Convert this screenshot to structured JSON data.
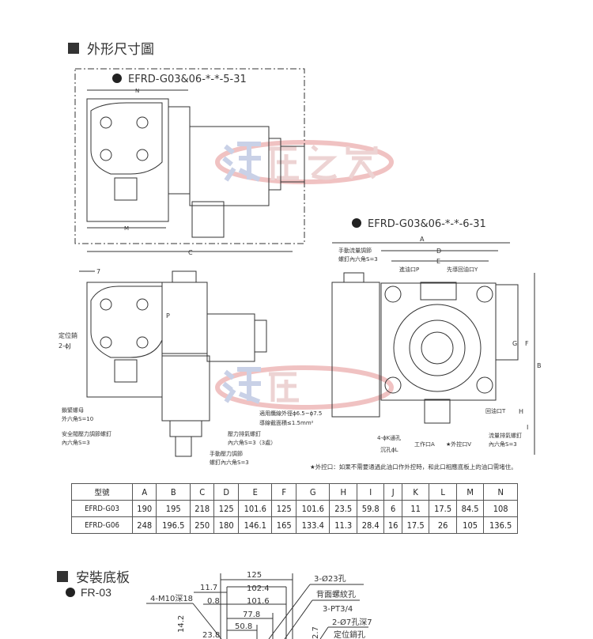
{
  "section1": {
    "title": "外形尺寸圖"
  },
  "drawing1": {
    "model": "EFRD-G03&06-*-*-5-31",
    "dim_top": "N",
    "dim_bottom": "M"
  },
  "drawing2": {
    "dim_c": "C",
    "dim_7": "7",
    "labels": {
      "locating_pin": "定位銷",
      "locating_pin_j": "2-ϕJ",
      "lock_nut": "鎖緊螺母",
      "lock_nut_s": "外六角S=10",
      "relief_screw": "安全閥壓力調節螺釘",
      "relief_screw_s": "內六角S=3",
      "cable": "適用纜線外徑ϕ6.5~ϕ7.5",
      "cable2": "導線截面積≤1.5mm²",
      "bleed": "壓力排氣螺釘",
      "bleed_s": "內六角S=3（3處）",
      "manual": "手動壓力調節",
      "manual_s": "螺釘內六角S=3",
      "p_mark": "P"
    }
  },
  "drawing3": {
    "model": "EFRD-G03&06-*-*-6-31",
    "dims": [
      "A",
      "D",
      "E",
      "B",
      "F",
      "G",
      "H",
      "I"
    ],
    "labels": {
      "manual_flow": "手動流量調節",
      "manual_flow_s": "螺釘內六角S=3",
      "port_p": "進油口P",
      "port_y": "先導回油口Y",
      "port_t": "回油口T",
      "thru": "4-ϕK通孔",
      "counter": "沉孔ϕL",
      "port_a": "工作口A",
      "port_v": "★外控口V",
      "flow_bleed": "流量排氣螺釘",
      "flow_bleed_s": "內六角S=3"
    },
    "note": "★外控口：如果不需要通過此油口作外控時，和此口相應底板上的油口需堵住。"
  },
  "watermark": "液压之家",
  "table": {
    "headers": [
      "型號",
      "A",
      "B",
      "C",
      "D",
      "E",
      "F",
      "G",
      "H",
      "I",
      "J",
      "K",
      "L",
      "M",
      "N"
    ],
    "rows": [
      [
        "EFRD-G03",
        "190",
        "195",
        "218",
        "125",
        "101.6",
        "125",
        "101.6",
        "23.5",
        "59.8",
        "6",
        "11",
        "17.5",
        "84.5",
        "108"
      ],
      [
        "EFRD-G06",
        "248",
        "196.5",
        "250",
        "180",
        "146.1",
        "165",
        "133.4",
        "11.3",
        "28.4",
        "16",
        "17.5",
        "26",
        "105",
        "136.5"
      ]
    ]
  },
  "section2": {
    "title": "安裝底板",
    "model": "FR-03"
  },
  "baseplate": {
    "dims": [
      "125",
      "102.4",
      "101.6",
      "77.8",
      "50.8",
      "11.7",
      "0.8",
      "14.2",
      "23.8",
      "2.7"
    ],
    "labels": {
      "m10": "4-M10深18",
      "holes23": "3-Ø23孔",
      "back_thread": "背面螺紋孔",
      "pt": "3-PT3/4",
      "pin_hole": "2-Ø7孔深7",
      "pin_hole2": "定位銷孔"
    }
  },
  "colors": {
    "line": "#333333",
    "wm_blue": "#8a9acb",
    "wm_red": "#e07a7a"
  }
}
